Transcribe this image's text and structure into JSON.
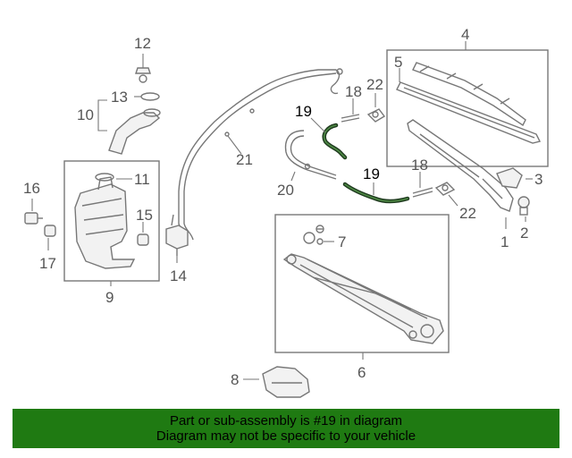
{
  "callouts": {
    "c1": "1",
    "c2": "2",
    "c3": "3",
    "c4": "4",
    "c5": "5",
    "c6": "6",
    "c7": "7",
    "c8": "8",
    "c9": "9",
    "c10": "10",
    "c11": "11",
    "c12": "12",
    "c13": "13",
    "c14": "14",
    "c15": "15",
    "c16": "16",
    "c17": "17",
    "c18a": "18",
    "c18b": "18",
    "c19a": "19",
    "c19b": "19",
    "c20": "20",
    "c21": "21",
    "c22a": "22",
    "c22b": "22"
  },
  "banner": {
    "line1": "Part or sub-assembly is #19 in diagram",
    "line2": "Diagram may not be specific to your vehicle"
  },
  "colors": {
    "banner_bg": "#1f7a12",
    "highlight": "#1f3b1f",
    "line": "#777777"
  }
}
